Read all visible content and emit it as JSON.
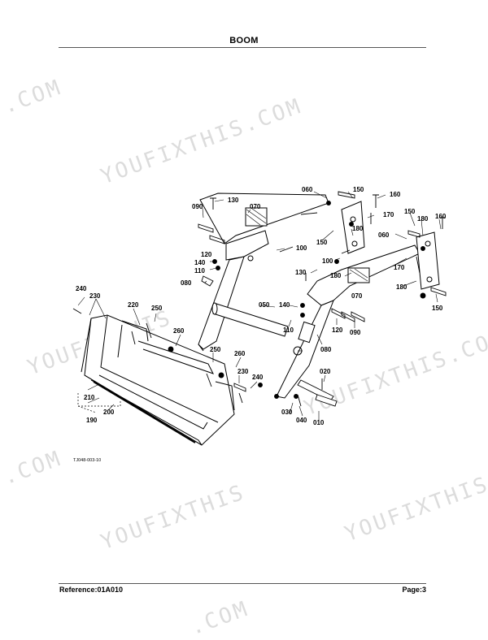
{
  "header": {
    "title": "BOOM"
  },
  "footer": {
    "reference": "Reference:01A010",
    "page": "Page:3"
  },
  "watermarks": [
    ".COM",
    "YOUFIXTHIS.COM",
    "YOUFIXTHIS",
    "YOUFIXTHIS.COM",
    "YOUFIXTHIS",
    ".COM",
    "YOUFIXTHIS",
    ".COM"
  ],
  "figure_id": "TJ048-003-10",
  "callouts": {
    "c010": "010",
    "c020": "020",
    "c030": "030",
    "c040": "040",
    "c050": "050",
    "c060a": "060",
    "c060b": "060",
    "c070a": "070",
    "c070b": "070",
    "c080a": "080",
    "c080b": "080",
    "c090a": "090",
    "c090b": "090",
    "c100a": "100",
    "c100b": "100",
    "c110a": "110",
    "c110b": "110",
    "c120a": "120",
    "c120b": "120",
    "c130a": "130",
    "c130b": "130",
    "c140a": "140",
    "c140b": "140",
    "c150a": "150",
    "c150b": "150",
    "c150c": "150",
    "c150d": "150",
    "c160a": "160",
    "c160b": "160",
    "c170a": "170",
    "c170b": "170",
    "c180a": "180",
    "c180b": "180",
    "c180c": "180",
    "c180d": "180",
    "c190": "190",
    "c200": "200",
    "c210": "210",
    "c220": "220",
    "c230a": "230",
    "c230b": "230",
    "c240a": "240",
    "c240b": "240",
    "c250a": "250",
    "c250b": "250",
    "c260a": "260",
    "c260b": "260"
  }
}
